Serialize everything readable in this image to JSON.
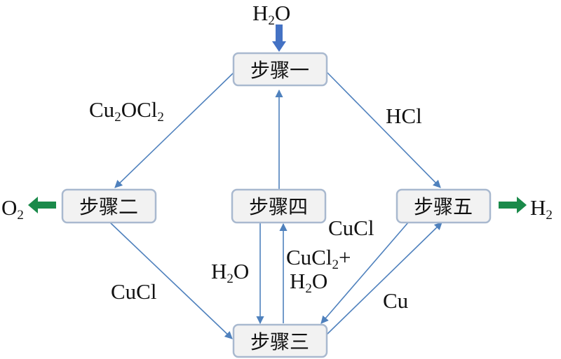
{
  "steps": {
    "step1": "步骤一",
    "step2": "步骤二",
    "step3": "步骤三",
    "step4": "步骤四",
    "step5": "步骤五"
  },
  "colors": {
    "arrow_line": "#4f81bd",
    "box_fill": "#f2f2f2",
    "box_border": "#a9b9cf",
    "input_arrow": "#4472c4",
    "output_arrow": "#1a8a4a"
  },
  "labels": {
    "input_top": {
      "a": "H",
      "sub": "2",
      "b": "O"
    },
    "output_left": {
      "a": "O",
      "sub": "2"
    },
    "output_right": {
      "a": "H",
      "sub": "2"
    },
    "step1_to_step2": {
      "a": "Cu",
      "sub1": "2",
      "b": "OCl",
      "sub2": "2"
    },
    "step1_to_step5": "HCl",
    "step2_to_step3": "CuCl",
    "step4_to_step3": {
      "a": "H",
      "sub": "2",
      "b": "O"
    },
    "step3_to_step4": {
      "line1_a": "CuCl",
      "line1_sub": "2",
      "line1_b": "+",
      "line2_a": "H",
      "line2_sub": "2",
      "line2_b": "O"
    },
    "step5_to_step3": "CuCl",
    "step3_to_step5": "Cu"
  }
}
